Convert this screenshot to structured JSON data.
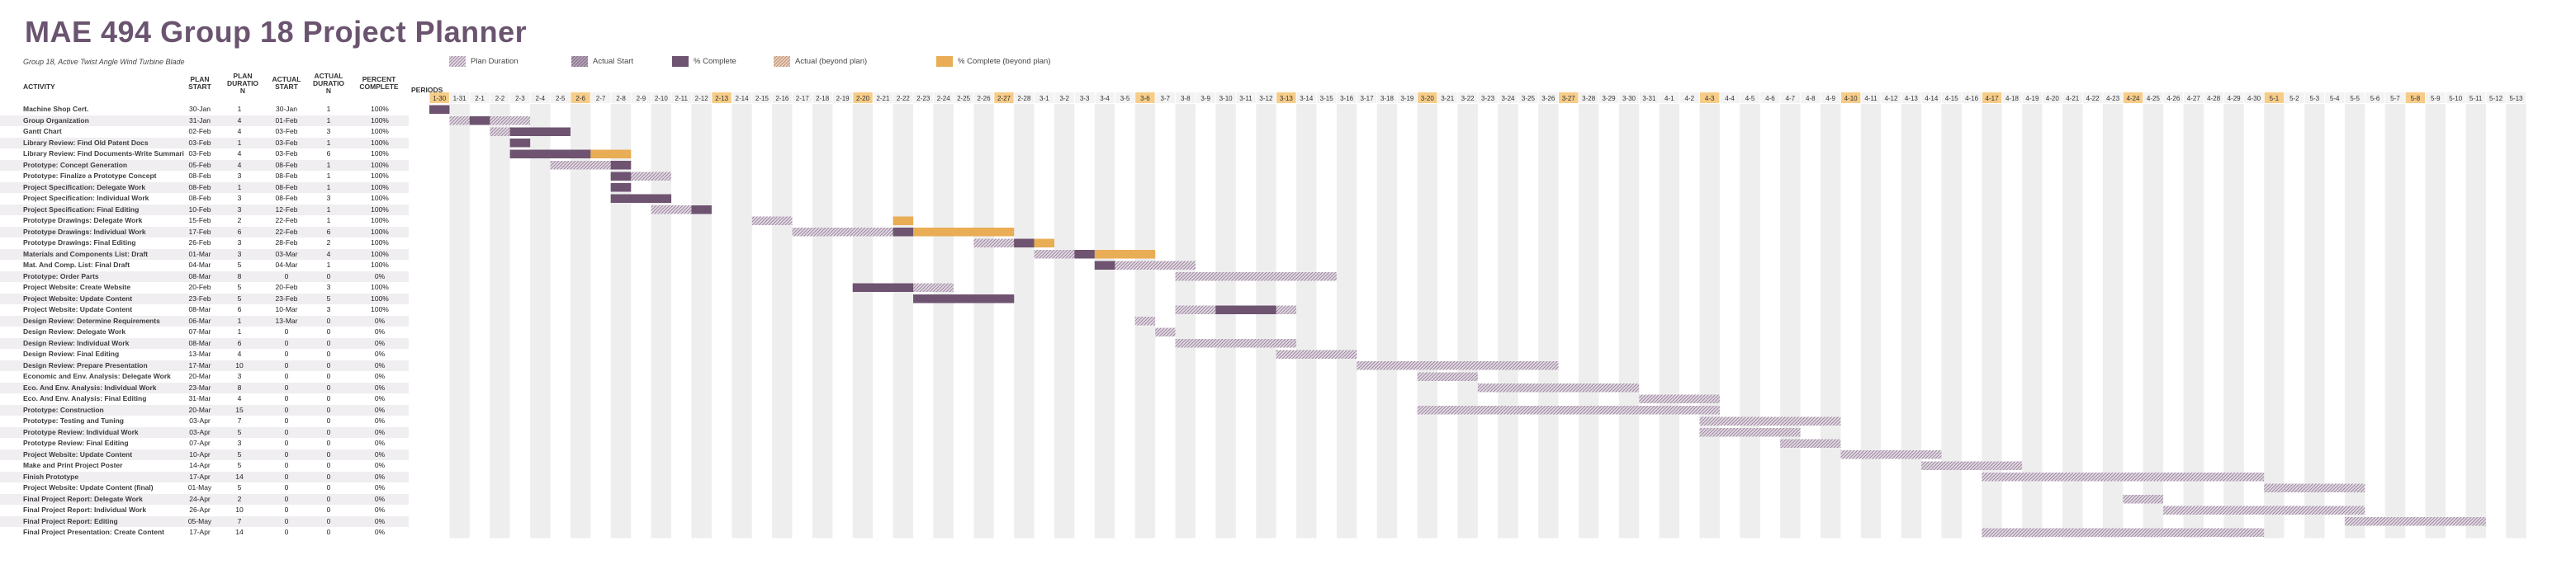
{
  "title": "MAE 494 Group 18 Project Planner",
  "subtitle": "Group 18, Active Twist Angle Wind Turbine Blade",
  "legend": [
    {
      "label": "Plan Duration",
      "type": "plan"
    },
    {
      "label": "Actual Start",
      "type": "actual"
    },
    {
      "label": "% Complete",
      "type": "complete"
    },
    {
      "label": "Actual (beyond plan)",
      "type": "beyond"
    },
    {
      "label": "% Complete (beyond plan)",
      "type": "complete_beyond"
    }
  ],
  "columns": {
    "activity": "ACTIVITY",
    "plan_start": "PLAN START",
    "plan_duration": "PLAN DURATIO N",
    "actual_start": "ACTUAL START",
    "actual_duration": "ACTUAL DURATIO N",
    "percent": "PERCENT COMPLETE",
    "periods": "PERIODS"
  },
  "colors": {
    "plan": "#b9a9bb",
    "actual": "#9c8aa0",
    "complete": "#6e5470",
    "beyond": "#d6a98a",
    "complete_beyond": "#e8ad55",
    "highlight": "#f6cc88",
    "stripe": "#eeeeee"
  },
  "periods": [
    "1-30",
    "1-31",
    "2-1",
    "2-2",
    "2-3",
    "2-4",
    "2-5",
    "2-6",
    "2-7",
    "2-8",
    "2-9",
    "2-10",
    "2-11",
    "2-12",
    "2-13",
    "2-14",
    "2-15",
    "2-16",
    "2-17",
    "2-18",
    "2-19",
    "2-20",
    "2-21",
    "2-22",
    "2-23",
    "2-24",
    "2-25",
    "2-26",
    "2-27",
    "2-28",
    "3-1",
    "3-2",
    "3-3",
    "3-4",
    "3-5",
    "3-6",
    "3-7",
    "3-8",
    "3-9",
    "3-10",
    "3-11",
    "3-12",
    "3-13",
    "3-14",
    "3-15",
    "3-16",
    "3-17",
    "3-18",
    "3-19",
    "3-20",
    "3-21",
    "3-22",
    "3-23",
    "3-24",
    "3-25",
    "3-26",
    "3-27",
    "3-28",
    "3-29",
    "3-30",
    "3-31",
    "4-1",
    "4-2",
    "4-3",
    "4-4",
    "4-5",
    "4-6",
    "4-7",
    "4-8",
    "4-9",
    "4-10",
    "4-11",
    "4-12",
    "4-13",
    "4-14",
    "4-15",
    "4-16",
    "4-17",
    "4-18",
    "4-19",
    "4-20",
    "4-21",
    "4-22",
    "4-23",
    "4-24",
    "4-25",
    "4-26",
    "4-27",
    "4-28",
    "4-29",
    "4-30",
    "5-1",
    "5-2",
    "5-3",
    "5-4",
    "5-5",
    "5-6",
    "5-7",
    "5-8",
    "5-9",
    "5-10",
    "5-11",
    "5-12",
    "5-13"
  ],
  "highlighted_periods": [
    "1-30",
    "2-6",
    "2-13",
    "2-20",
    "2-27",
    "3-6",
    "3-13",
    "3-20",
    "3-27",
    "4-3",
    "4-10",
    "4-17",
    "4-24",
    "5-1",
    "5-8"
  ],
  "activities": [
    {
      "name": "Machine Shop Cert.",
      "plan_start": "30-Jan",
      "plan_duration": "1",
      "actual_start": "30-Jan",
      "actual_duration": "1",
      "percent": "100%"
    },
    {
      "name": "Group Organization",
      "plan_start": "31-Jan",
      "plan_duration": "4",
      "actual_start": "01-Feb",
      "actual_duration": "1",
      "percent": "100%"
    },
    {
      "name": "Gantt Chart",
      "plan_start": "02-Feb",
      "plan_duration": "4",
      "actual_start": "03-Feb",
      "actual_duration": "3",
      "percent": "100%"
    },
    {
      "name": "Library Review: Find Old Patent Docs",
      "plan_start": "03-Feb",
      "plan_duration": "1",
      "actual_start": "03-Feb",
      "actual_duration": "1",
      "percent": "100%"
    },
    {
      "name": "Library Review: Find Documents-Write Summaries",
      "plan_start": "03-Feb",
      "plan_duration": "4",
      "actual_start": "03-Feb",
      "actual_duration": "6",
      "percent": "100%"
    },
    {
      "name": "Prototype: Concept Generation",
      "plan_start": "05-Feb",
      "plan_duration": "4",
      "actual_start": "08-Feb",
      "actual_duration": "1",
      "percent": "100%"
    },
    {
      "name": "Prototype: Finalize a Prototype Concept",
      "plan_start": "08-Feb",
      "plan_duration": "3",
      "actual_start": "08-Feb",
      "actual_duration": "1",
      "percent": "100%"
    },
    {
      "name": "Project Specification: Delegate Work",
      "plan_start": "08-Feb",
      "plan_duration": "1",
      "actual_start": "08-Feb",
      "actual_duration": "1",
      "percent": "100%"
    },
    {
      "name": "Project Specification: Individual Work",
      "plan_start": "08-Feb",
      "plan_duration": "3",
      "actual_start": "08-Feb",
      "actual_duration": "3",
      "percent": "100%"
    },
    {
      "name": "Project Specification: Final Editing",
      "plan_start": "10-Feb",
      "plan_duration": "3",
      "actual_start": "12-Feb",
      "actual_duration": "1",
      "percent": "100%"
    },
    {
      "name": "Prototype Drawings: Delegate Work",
      "plan_start": "15-Feb",
      "plan_duration": "2",
      "actual_start": "22-Feb",
      "actual_duration": "1",
      "percent": "100%"
    },
    {
      "name": "Prototype Drawings: Individual Work",
      "plan_start": "17-Feb",
      "plan_duration": "6",
      "actual_start": "22-Feb",
      "actual_duration": "6",
      "percent": "100%"
    },
    {
      "name": "Prototype Drawings: Final Editing",
      "plan_start": "26-Feb",
      "plan_duration": "3",
      "actual_start": "28-Feb",
      "actual_duration": "2",
      "percent": "100%"
    },
    {
      "name": "Materials and Components List: Draft",
      "plan_start": "01-Mar",
      "plan_duration": "3",
      "actual_start": "03-Mar",
      "actual_duration": "4",
      "percent": "100%"
    },
    {
      "name": "Mat. And Comp. List: Final Draft",
      "plan_start": "04-Mar",
      "plan_duration": "5",
      "actual_start": "04-Mar",
      "actual_duration": "1",
      "percent": "100%"
    },
    {
      "name": "Prototype: Order Parts",
      "plan_start": "08-Mar",
      "plan_duration": "8",
      "actual_start": "0",
      "actual_duration": "0",
      "percent": "0%"
    },
    {
      "name": "Project Website: Create Website",
      "plan_start": "20-Feb",
      "plan_duration": "5",
      "actual_start": "20-Feb",
      "actual_duration": "3",
      "percent": "100%"
    },
    {
      "name": "Project Website: Update Content",
      "plan_start": "23-Feb",
      "plan_duration": "5",
      "actual_start": "23-Feb",
      "actual_duration": "5",
      "percent": "100%"
    },
    {
      "name": "Project Website: Update Content",
      "plan_start": "08-Mar",
      "plan_duration": "6",
      "actual_start": "10-Mar",
      "actual_duration": "3",
      "percent": "100%"
    },
    {
      "name": "Design Review: Determine Requirements",
      "plan_start": "06-Mar",
      "plan_duration": "1",
      "actual_start": "13-Mar",
      "actual_duration": "0",
      "percent": "0%"
    },
    {
      "name": "Design Review: Delegate Work",
      "plan_start": "07-Mar",
      "plan_duration": "1",
      "actual_start": "0",
      "actual_duration": "0",
      "percent": "0%"
    },
    {
      "name": "Design Review: Individual Work",
      "plan_start": "08-Mar",
      "plan_duration": "6",
      "actual_start": "0",
      "actual_duration": "0",
      "percent": "0%"
    },
    {
      "name": "Design Review: Final Editing",
      "plan_start": "13-Mar",
      "plan_duration": "4",
      "actual_start": "0",
      "actual_duration": "0",
      "percent": "0%"
    },
    {
      "name": "Design Review: Prepare Presentation",
      "plan_start": "17-Mar",
      "plan_duration": "10",
      "actual_start": "0",
      "actual_duration": "0",
      "percent": "0%"
    },
    {
      "name": "Economic and Env. Analysis: Delegate Work",
      "plan_start": "20-Mar",
      "plan_duration": "3",
      "actual_start": "0",
      "actual_duration": "0",
      "percent": "0%"
    },
    {
      "name": "Eco. And Env. Analysis: Individual Work",
      "plan_start": "23-Mar",
      "plan_duration": "8",
      "actual_start": "0",
      "actual_duration": "0",
      "percent": "0%"
    },
    {
      "name": "Eco. And Env. Analysis: Final Editing",
      "plan_start": "31-Mar",
      "plan_duration": "4",
      "actual_start": "0",
      "actual_duration": "0",
      "percent": "0%"
    },
    {
      "name": "Prototype: Construction",
      "plan_start": "20-Mar",
      "plan_duration": "15",
      "actual_start": "0",
      "actual_duration": "0",
      "percent": "0%"
    },
    {
      "name": "Prototype: Testing and Tuning",
      "plan_start": "03-Apr",
      "plan_duration": "7",
      "actual_start": "0",
      "actual_duration": "0",
      "percent": "0%"
    },
    {
      "name": "Prototype Review: Individual Work",
      "plan_start": "03-Apr",
      "plan_duration": "5",
      "actual_start": "0",
      "actual_duration": "0",
      "percent": "0%"
    },
    {
      "name": "Prototype Review: Final Editing",
      "plan_start": "07-Apr",
      "plan_duration": "3",
      "actual_start": "0",
      "actual_duration": "0",
      "percent": "0%"
    },
    {
      "name": "Project Website: Update Content",
      "plan_start": "10-Apr",
      "plan_duration": "5",
      "actual_start": "0",
      "actual_duration": "0",
      "percent": "0%"
    },
    {
      "name": "Make and Print Project Poster",
      "plan_start": "14-Apr",
      "plan_duration": "5",
      "actual_start": "0",
      "actual_duration": "0",
      "percent": "0%"
    },
    {
      "name": "Finish Prototype",
      "plan_start": "17-Apr",
      "plan_duration": "14",
      "actual_start": "0",
      "actual_duration": "0",
      "percent": "0%"
    },
    {
      "name": "Project Website: Update Content (final)",
      "plan_start": "01-May",
      "plan_duration": "5",
      "actual_start": "0",
      "actual_duration": "0",
      "percent": "0%"
    },
    {
      "name": "Final Project Report: Delegate Work",
      "plan_start": "24-Apr",
      "plan_duration": "2",
      "actual_start": "0",
      "actual_duration": "0",
      "percent": "0%"
    },
    {
      "name": "Final Project Report: Individual Work",
      "plan_start": "26-Apr",
      "plan_duration": "10",
      "actual_start": "0",
      "actual_duration": "0",
      "percent": "0%"
    },
    {
      "name": "Final Project Report: Editing",
      "plan_start": "05-May",
      "plan_duration": "7",
      "actual_start": "0",
      "actual_duration": "0",
      "percent": "0%"
    },
    {
      "name": "Final Project Presentation: Create Content",
      "plan_start": "17-Apr",
      "plan_duration": "14",
      "actual_start": "0",
      "actual_duration": "0",
      "percent": "0%"
    }
  ]
}
